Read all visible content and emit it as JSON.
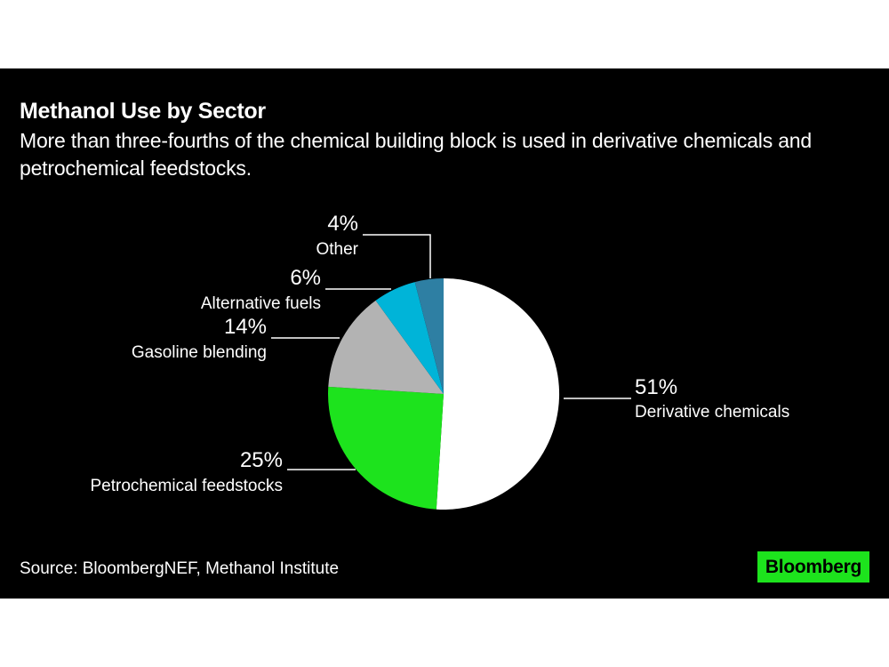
{
  "header": {
    "title": "Methanol Use by Sector",
    "subtitle": "More than three-fourths of the chemical building block is used in derivative chemicals and petrochemical feedstocks."
  },
  "footer": {
    "source": "Source: BloombergNEF, Methanol Institute",
    "logo": "Bloomberg"
  },
  "labels": {
    "derivative": {
      "pct": "51%",
      "name": "Derivative chemicals"
    },
    "petro": {
      "pct": "25%",
      "name": "Petrochemical feedstocks"
    },
    "gasoline": {
      "pct": "14%",
      "name": "Gasoline blending"
    },
    "altfuels": {
      "pct": "6%",
      "name": "Alternative fuels"
    },
    "other": {
      "pct": "4%",
      "name": "Other"
    }
  },
  "colors": {
    "background": "#000000",
    "derivative": "#ffffff",
    "petro": "#1de31d",
    "gasoline": "#b3b3b3",
    "altfuels": "#00b4d8",
    "other": "#2e7fa3",
    "logo_bg": "#1de31d"
  },
  "chart_data": {
    "type": "pie",
    "title": "Methanol Use by Sector",
    "subtitle": "More than three-fourths of the chemical building block is used in derivative chemicals and petrochemical feedstocks.",
    "categories": [
      "Derivative chemicals",
      "Petrochemical feedstocks",
      "Gasoline blending",
      "Alternative fuels",
      "Other"
    ],
    "values": [
      51,
      25,
      14,
      6,
      4
    ],
    "unit": "%",
    "colors": [
      "#ffffff",
      "#1de31d",
      "#b3b3b3",
      "#00b4d8",
      "#2e7fa3"
    ],
    "start_angle": "12 o'clock, clockwise",
    "source": "Source: BloombergNEF, Methanol Institute",
    "legend": "none (direct labels with leader lines)"
  }
}
